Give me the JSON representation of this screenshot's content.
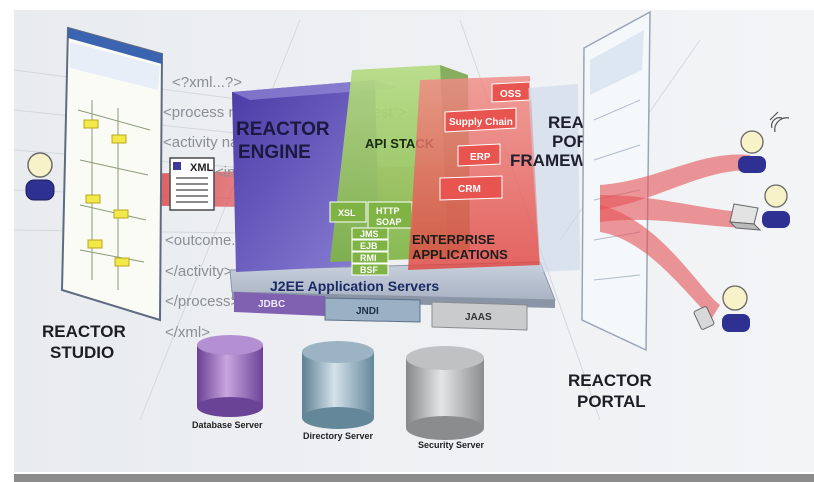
{
  "code_lines": [
    "<?xml...?>",
    "<process name=\"Change Request\">",
    "<activity name=...",
    "<input...",
    "<outcome...",
    "</activity>",
    "</process>",
    "</xml>"
  ],
  "xml_card": "XML",
  "studio_label": [
    "REACTOR",
    "STUDIO"
  ],
  "portal_label": [
    "REACTOR",
    "PORTAL"
  ],
  "engine_label": [
    "REACTOR",
    "ENGINE"
  ],
  "api_stack": {
    "title": "API STACK",
    "items": [
      "XSL",
      "HTTP",
      "SOAP",
      "JMS",
      "EJB",
      "RMI",
      "BSF"
    ]
  },
  "enterprise": {
    "items": [
      "OSS",
      "Supply Chain",
      "ERP",
      "CRM"
    ],
    "label": [
      "ENTERPRISE",
      "APPLICATIONS"
    ]
  },
  "portal_framework": [
    "REACTOR",
    "PORTAL",
    "FRAMEWORK"
  ],
  "app_servers": "J2EE Application Servers",
  "connectors": [
    "JDBC",
    "JNDI",
    "JAAS"
  ],
  "servers": [
    {
      "label": "Database Server",
      "color": "#8a5ab0"
    },
    {
      "label": "Directory Server",
      "color": "#86a3b4"
    },
    {
      "label": "Security Server",
      "color": "#a7a9ab"
    }
  ],
  "colors": {
    "engine": "#5b48b0",
    "api": "#8cc04a",
    "enterprise": "#e8544f",
    "footer": "#8c8c8c"
  }
}
